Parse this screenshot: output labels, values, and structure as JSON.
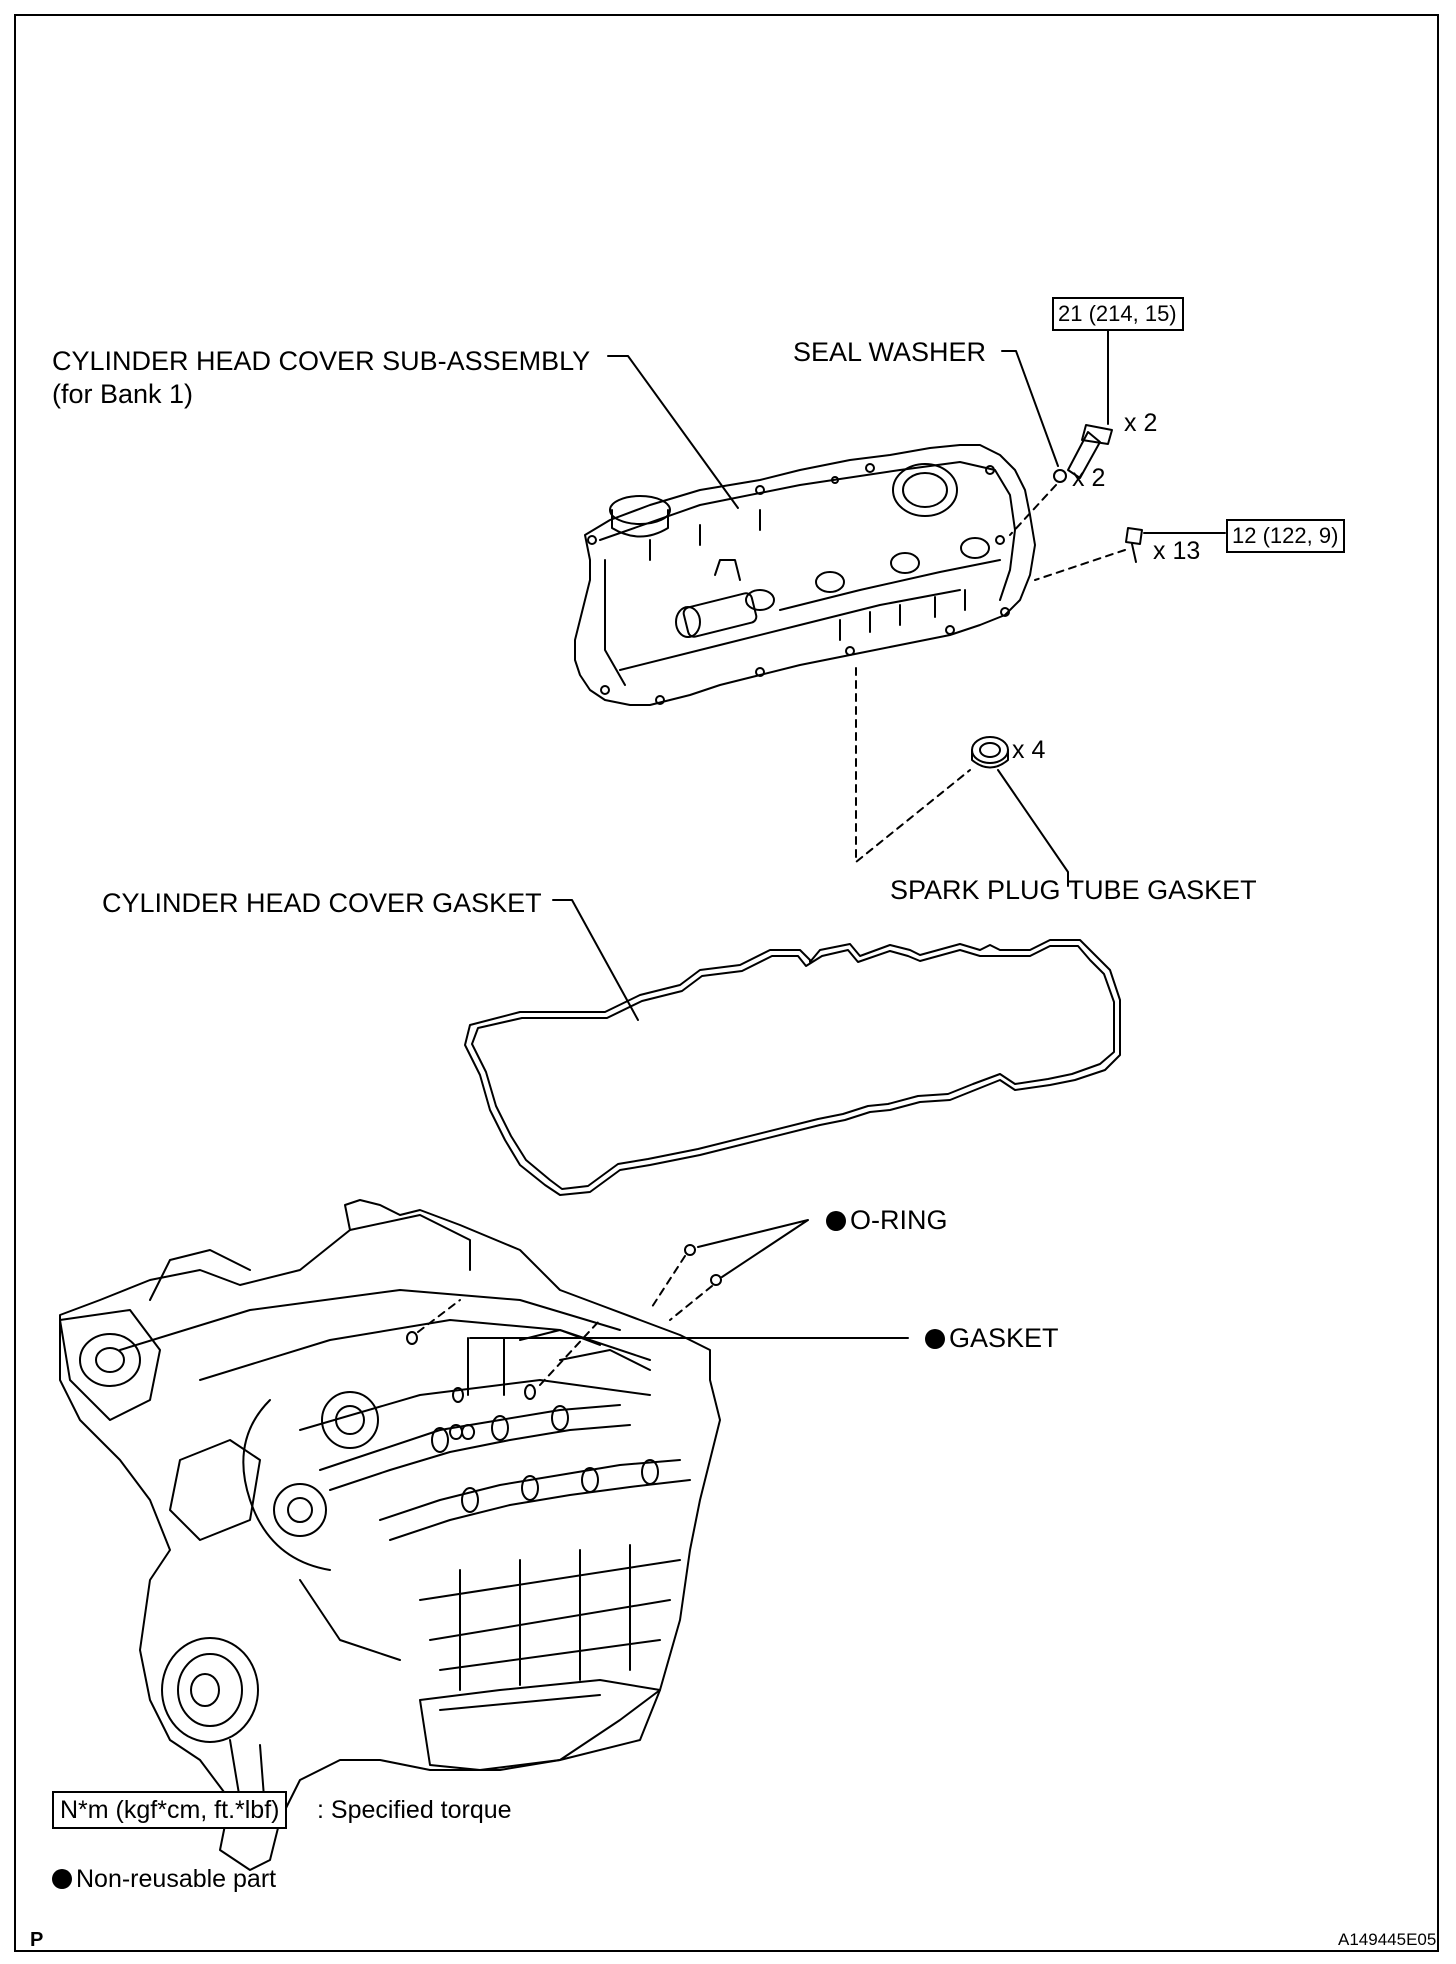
{
  "labels": {
    "cover_subassembly_line1": "CYLINDER HEAD COVER SUB-ASSEMBLY",
    "cover_subassembly_line2": "(for Bank 1)",
    "seal_washer": "SEAL WASHER",
    "spark_plug_tube_gasket": "SPARK PLUG TUBE GASKET",
    "cover_gasket": "CYLINDER HEAD COVER GASKET",
    "o_ring": "O-RING",
    "gasket": "GASKET"
  },
  "torque": {
    "bolt_long": "21 (214, 15)",
    "bolt_short": "12 (122, 9)"
  },
  "quantities": {
    "bolt_long": "x 2",
    "seal_washer": "x 2",
    "bolt_short": "x 13",
    "tube_gasket": "x 4"
  },
  "legend": {
    "torque_box": "N*m (kgf*cm, ft.*lbf)",
    "torque_text": ": Specified torque",
    "non_reusable": "Non-reusable part"
  },
  "footer": {
    "left_mark": "P",
    "figure_id": "A149445E05"
  }
}
